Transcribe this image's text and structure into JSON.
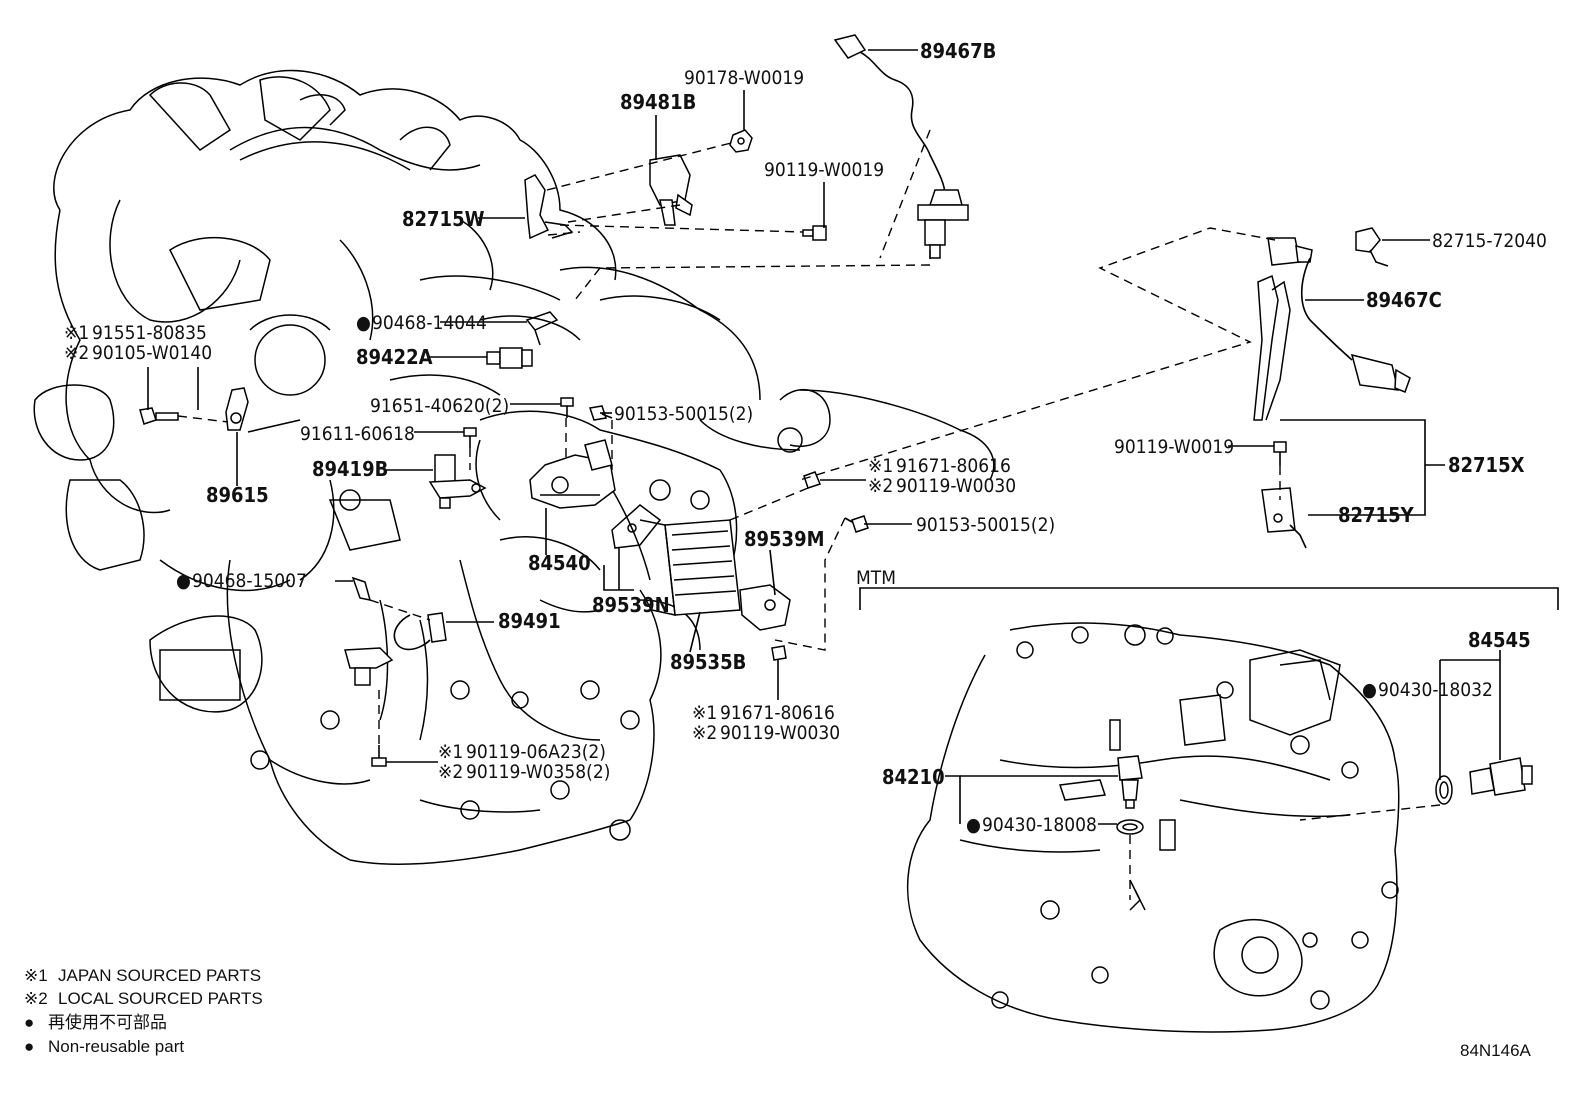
{
  "diagram_code": "84N146A",
  "section_label": "MTM",
  "legend": [
    {
      "symbol": "※1",
      "text": "JAPAN SOURCED PARTS"
    },
    {
      "symbol": "※2",
      "text": "LOCAL SOURCED PARTS"
    },
    {
      "symbol": "●",
      "text": "再使用不可部品"
    },
    {
      "symbol": "●",
      "text": "Non-reusable part"
    }
  ],
  "callouts": {
    "p89467B": "89467B",
    "p90178": "90178-W0019",
    "p89481B": "89481B",
    "p90119_w0019_a": "90119-W0019",
    "p82715W": "82715W",
    "p82715_72040": "82715-72040",
    "p89467C": "89467C",
    "p90468_14044": "90468-14044",
    "p89422A": "89422A",
    "p91551": "91551-80835",
    "p90105": "90105-W0140",
    "p91651": "91651-40620(2)",
    "p90153_a": "90153-50015(2)",
    "p91611": "91611-60618",
    "p90119_w0019_b": "90119-W0019",
    "p82715X": "82715X",
    "p91671_a": "91671-80616",
    "p90119_w0030_a": "90119-W0030",
    "p89419B": "89419B",
    "p89615": "89615",
    "p90153_b": "90153-50015(2)",
    "p82715Y": "82715Y",
    "p89539M": "89539M",
    "p84540": "84540",
    "p90468_15007": "90468-15007",
    "p89539N": "89539N",
    "p89491": "89491",
    "p84545": "84545",
    "p89535B": "89535B",
    "p90430_18032": "90430-18032",
    "p91671_b": "91671-80616",
    "p90119_w0030_b": "90119-W0030",
    "p90119_06a23": "90119-06A23(2)",
    "p90119_w0358": "90119-W0358(2)",
    "p84210": "84210",
    "p90430_18008": "90430-18008"
  },
  "marks": {
    "j1": "※1",
    "j2": "※2",
    "dot": "●"
  }
}
